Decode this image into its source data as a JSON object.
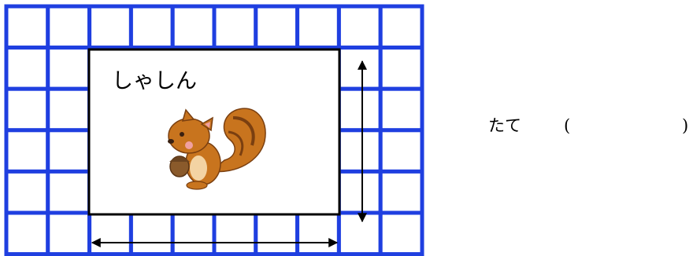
{
  "photo": {
    "label": "しゃしん",
    "image": "squirrel-holding-acorn"
  },
  "answer": {
    "label": "たて",
    "open_paren": "(",
    "close_paren": ")",
    "value": ""
  },
  "grid": {
    "columns": 10,
    "rows": 6
  },
  "colors": {
    "grid_line": "#1f3fe0",
    "frame": "#000000",
    "squirrel": "#c8741e",
    "squirrel_dark": "#7a3f10",
    "acorn": "#8a5a2b",
    "cheek": "#f0a0a0"
  }
}
